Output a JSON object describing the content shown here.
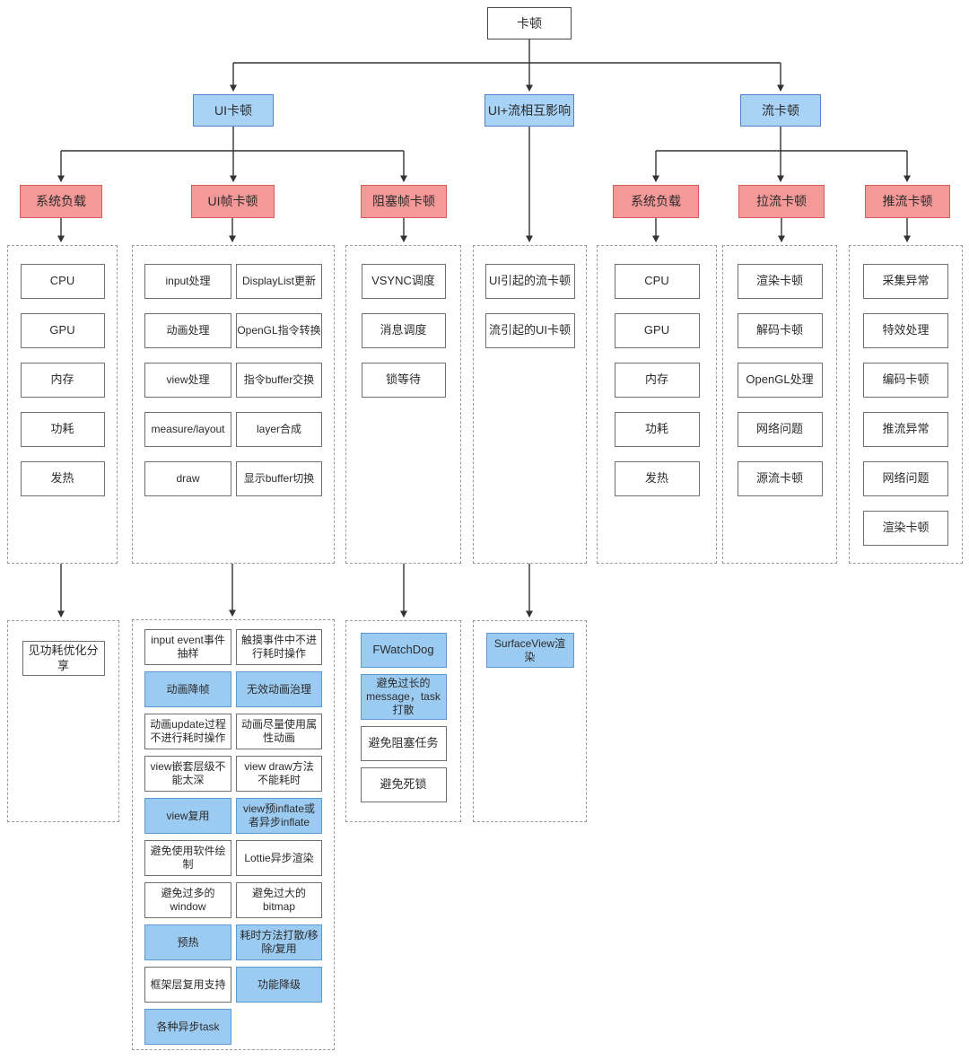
{
  "diagram": {
    "root": {
      "label": "卡顿"
    },
    "level2": {
      "ui": "UI卡顿",
      "uiflow": "UI+流相互影响",
      "stream": "流卡顿"
    },
    "level3": {
      "sysload_left": "系统负载",
      "uiframe": "UI帧卡顿",
      "blockframe": "阻塞帧卡顿",
      "sysload_right": "系统负载",
      "pull": "拉流卡顿",
      "push": "推流卡顿"
    },
    "panels": {
      "sysload_left_detail": {
        "items": [
          {
            "label": "CPU"
          },
          {
            "label": "GPU"
          },
          {
            "label": "内存"
          },
          {
            "label": "功耗"
          },
          {
            "label": "发热"
          }
        ]
      },
      "uiframe_detail": {
        "col_a": [
          {
            "label": "input处理"
          },
          {
            "label": "动画处理"
          },
          {
            "label": "view处理"
          },
          {
            "label": "measure/layout"
          },
          {
            "label": "draw"
          }
        ],
        "col_b": [
          {
            "label": "DisplayList更新"
          },
          {
            "label": "OpenGL指令转换"
          },
          {
            "label": "指令buffer交换"
          },
          {
            "label": "layer合成"
          },
          {
            "label": "显示buffer切换"
          }
        ]
      },
      "blockframe_detail": {
        "items": [
          {
            "label": "VSYNC调度"
          },
          {
            "label": "消息调度"
          },
          {
            "label": "锁等待"
          }
        ]
      },
      "uiflow_detail": {
        "items": [
          {
            "label": "UI引起的流卡顿"
          },
          {
            "label": "流引起的UI卡顿"
          }
        ]
      },
      "sysload_right_detail": {
        "items": [
          {
            "label": "CPU"
          },
          {
            "label": "GPU"
          },
          {
            "label": "内存"
          },
          {
            "label": "功耗"
          },
          {
            "label": "发热"
          }
        ]
      },
      "pull_detail": {
        "items": [
          {
            "label": "渲染卡顿"
          },
          {
            "label": "解码卡顿"
          },
          {
            "label": "OpenGL处理"
          },
          {
            "label": "网络问题"
          },
          {
            "label": "源流卡顿"
          }
        ]
      },
      "push_detail": {
        "items": [
          {
            "label": "采集异常"
          },
          {
            "label": "特效处理"
          },
          {
            "label": "编码卡顿"
          },
          {
            "label": "推流异常"
          },
          {
            "label": "网络问题"
          },
          {
            "label": "渲染卡顿"
          }
        ]
      },
      "power_note": {
        "items": [
          {
            "label": "见功耗优化分享"
          }
        ]
      },
      "uiframe_opt": {
        "col_a": [
          {
            "label": "input event事件抽样",
            "variant": "white"
          },
          {
            "label": "动画降帧",
            "variant": "blue"
          },
          {
            "label": "动画update过程不进行耗时操作",
            "variant": "white"
          },
          {
            "label": "view嵌套层级不能太深",
            "variant": "white"
          },
          {
            "label": "view复用",
            "variant": "blue"
          },
          {
            "label": "避免使用软件绘制",
            "variant": "white"
          },
          {
            "label": "避免过多的window",
            "variant": "white"
          },
          {
            "label": "预热",
            "variant": "blue"
          },
          {
            "label": "框架层复用支持",
            "variant": "white"
          },
          {
            "label": "各种异步task",
            "variant": "blue"
          }
        ],
        "col_b": [
          {
            "label": "触摸事件中不进行耗时操作",
            "variant": "white"
          },
          {
            "label": "无效动画治理",
            "variant": "blue"
          },
          {
            "label": "动画尽量使用属性动画",
            "variant": "white"
          },
          {
            "label": "view draw方法不能耗时",
            "variant": "white"
          },
          {
            "label": "view预inflate或者异步inflate",
            "variant": "blue"
          },
          {
            "label": "Lottie异步渲染",
            "variant": "white"
          },
          {
            "label": "避免过大的bitmap",
            "variant": "white"
          },
          {
            "label": "耗时方法打散/移除/复用",
            "variant": "blue"
          },
          {
            "label": "功能降级",
            "variant": "blue"
          }
        ]
      },
      "blockframe_opt": {
        "items": [
          {
            "label": "FWatchDog",
            "variant": "blue"
          },
          {
            "label": "避免过长的message，task打散",
            "variant": "blue"
          },
          {
            "label": "避免阻塞任务",
            "variant": "white"
          },
          {
            "label": "避免死锁",
            "variant": "white"
          }
        ]
      },
      "uiflow_opt": {
        "items": [
          {
            "label": "SurfaceView渲染",
            "variant": "blue"
          }
        ]
      }
    },
    "colors": {
      "node_blue": "#a8d3f6",
      "node_red": "#f59898",
      "leaf_blue": "#9ccbf2",
      "line": "#333333"
    }
  }
}
